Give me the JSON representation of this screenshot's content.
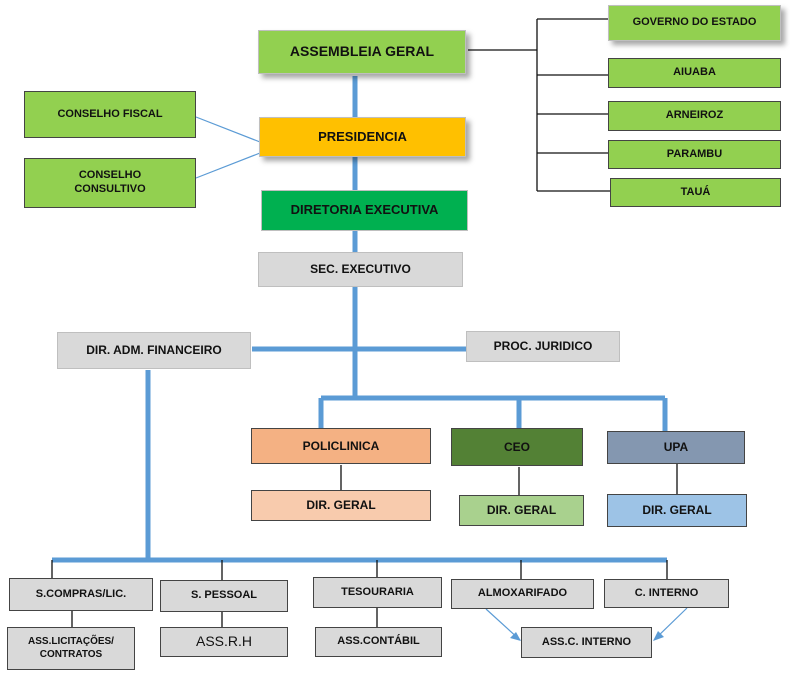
{
  "nodes": {
    "assembleia": "ASSEMBLEIA GERAL",
    "presidencia": "PRESIDENCIA",
    "conselho_fiscal": "CONSELHO FISCAL",
    "conselho_consultivo": "CONSELHO CONSULTIVO",
    "diretoria_executiva": "DIRETORIA EXECUTIVA",
    "sec_executivo": "SEC. EXECUTIVO",
    "dir_adm_financeiro": "DIR. ADM. FINANCEIRO",
    "proc_juridico": "PROC. JURIDICO",
    "policlinica": "POLICLINICA",
    "ceo": "CEO",
    "upa": "UPA",
    "dir_geral_policlinica": "DIR. GERAL",
    "dir_geral_ceo": "DIR. GERAL",
    "dir_geral_upa": "DIR. GERAL",
    "governo_estado": "GOVERNO DO ESTADO",
    "aiuaba": "AIUABA",
    "arneiroz": "ARNEIROZ",
    "parambu": "PARAMBU",
    "taua": "TAUÁ",
    "s_compras": "S.COMPRAS/LIC.",
    "s_pessoal": "S. PESSOAL",
    "tesouraria": "TESOURARIA",
    "almoxarifado": "ALMOXARIFADO",
    "c_interno": "C. INTERNO",
    "ass_licitacoes": "ASS.LICITAÇÕES/ CONTRATOS",
    "ass_rh": "ASS.R.H",
    "ass_contabil": "ASS.CONTÁBIL",
    "ass_c_interno": "ASS.C. INTERNO"
  },
  "colors": {
    "green": "#92d050",
    "yellow": "#ffc000",
    "dark_green": "#00b050",
    "gray": "#d9d9d9",
    "orange": "#f4b183",
    "light_orange": "#f8cbad",
    "olive_green": "#538135",
    "light_green": "#a9d18e",
    "slate": "#8497b0",
    "light_blue": "#9dc3e6",
    "connector_blue": "#5b9bd5"
  }
}
